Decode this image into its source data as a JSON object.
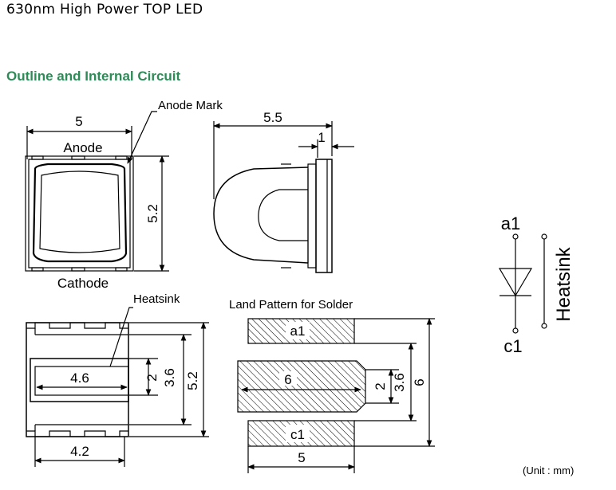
{
  "header": {
    "title": "630nm High Power TOP LED",
    "section_title": "Outline and Internal Circuit"
  },
  "top_view": {
    "width_dim": "5",
    "anode": "Anode",
    "cathode": "Cathode",
    "height_dim": "5.2",
    "anode_mark": "Anode Mark"
  },
  "side_view": {
    "depth_dim": "5.5",
    "flange_dim": "1"
  },
  "bottom_view": {
    "heatsink_label": "Heatsink",
    "pad_width_dim": "4.6",
    "pad_height_dim": "2",
    "mid_dim": "3.6",
    "total_height_dim": "5.2",
    "bottom_width_dim": "4.2"
  },
  "land_pattern": {
    "title": "Land Pattern for Solder",
    "a1": "a1",
    "c1": "c1",
    "center_width_dim": "6",
    "pad_dim": "2",
    "mid_dim": "3.6",
    "total_dim": "6",
    "width_dim": "5"
  },
  "circuit": {
    "a1": "a1",
    "c1": "c1",
    "heatsink": "Heatsink"
  },
  "unit_note": "(Unit : mm)",
  "colors": {
    "section_title": "#2e8b57",
    "hatch": "#000000"
  }
}
